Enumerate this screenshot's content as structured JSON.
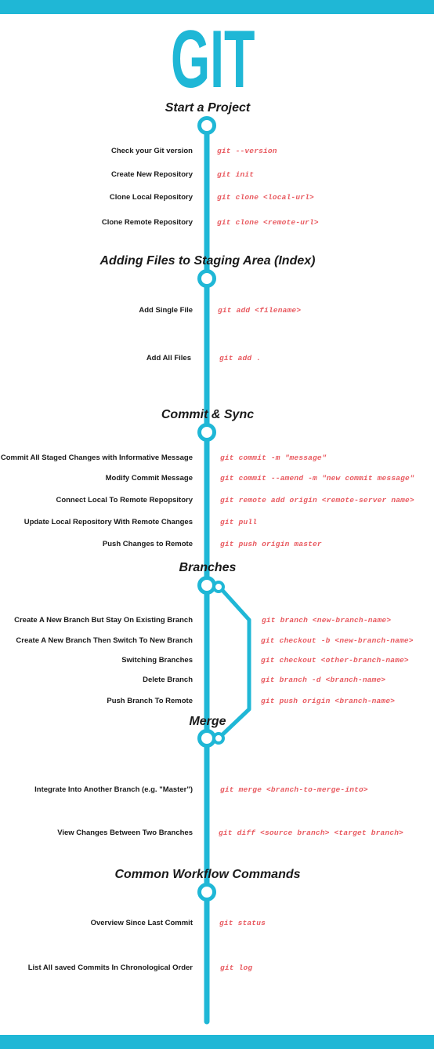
{
  "title": "GIT",
  "sections": [
    {
      "heading": "Start a Project",
      "items": [
        {
          "label": "Check your Git version",
          "command": "git --version"
        },
        {
          "label": "Create New Repository",
          "command": "git init"
        },
        {
          "label": "Clone Local Repository",
          "command": "git clone <local-url>"
        },
        {
          "label": "Clone Remote Repository",
          "command": "git clone <remote-url>"
        }
      ]
    },
    {
      "heading": "Adding Files to Staging Area (Index)",
      "items": [
        {
          "label": "Add Single File",
          "command": "git add <filename>"
        },
        {
          "label": "Add All Files",
          "command": "git add ."
        }
      ]
    },
    {
      "heading": "Commit & Sync",
      "items": [
        {
          "label": "Commit All Staged Changes with Informative Message",
          "command": "git commit -m \"message\""
        },
        {
          "label": "Modify Commit Message",
          "command": "git commit --amend -m \"new commit message\""
        },
        {
          "label": "Connect Local To Remote Repopsitory",
          "command": "git remote add origin <remote-server name>"
        },
        {
          "label": "Update Local Repository With Remote Changes",
          "command": "git pull"
        },
        {
          "label": "Push Changes to Remote",
          "command": "git push origin master"
        }
      ]
    },
    {
      "heading": "Branches",
      "items": [
        {
          "label": "Create A New Branch But Stay On Existing Branch",
          "command": "git branch <new-branch-name>"
        },
        {
          "label": "Create A New Branch Then Switch To New Branch",
          "command": "git checkout -b <new-branch-name>"
        },
        {
          "label": "Switching Branches",
          "command": "git checkout <other-branch-name>"
        },
        {
          "label": "Delete Branch",
          "command": "git branch -d <branch-name>"
        },
        {
          "label": "Push Branch To Remote",
          "command": "git push origin <branch-name>"
        }
      ]
    },
    {
      "heading": "Merge",
      "items": [
        {
          "label": "Integrate Into Another Branch (e.g. \"Master\")",
          "command": "git merge <branch-to-merge-into>"
        },
        {
          "label": "View Changes Between Two Branches",
          "command": "git diff <source branch> <target branch>"
        }
      ]
    },
    {
      "heading": "Common Workflow Commands",
      "items": [
        {
          "label": "Overview Since Last Commit",
          "command": "git status"
        },
        {
          "label": "List All saved Commits In Chronological Order",
          "command": "git log"
        }
      ]
    }
  ],
  "colors": {
    "accent": "#1fb7d6",
    "command": "#e8595f",
    "text": "#1a1a1a"
  },
  "icons": [
    "commit-node-icon",
    "branch-line-icon"
  ]
}
